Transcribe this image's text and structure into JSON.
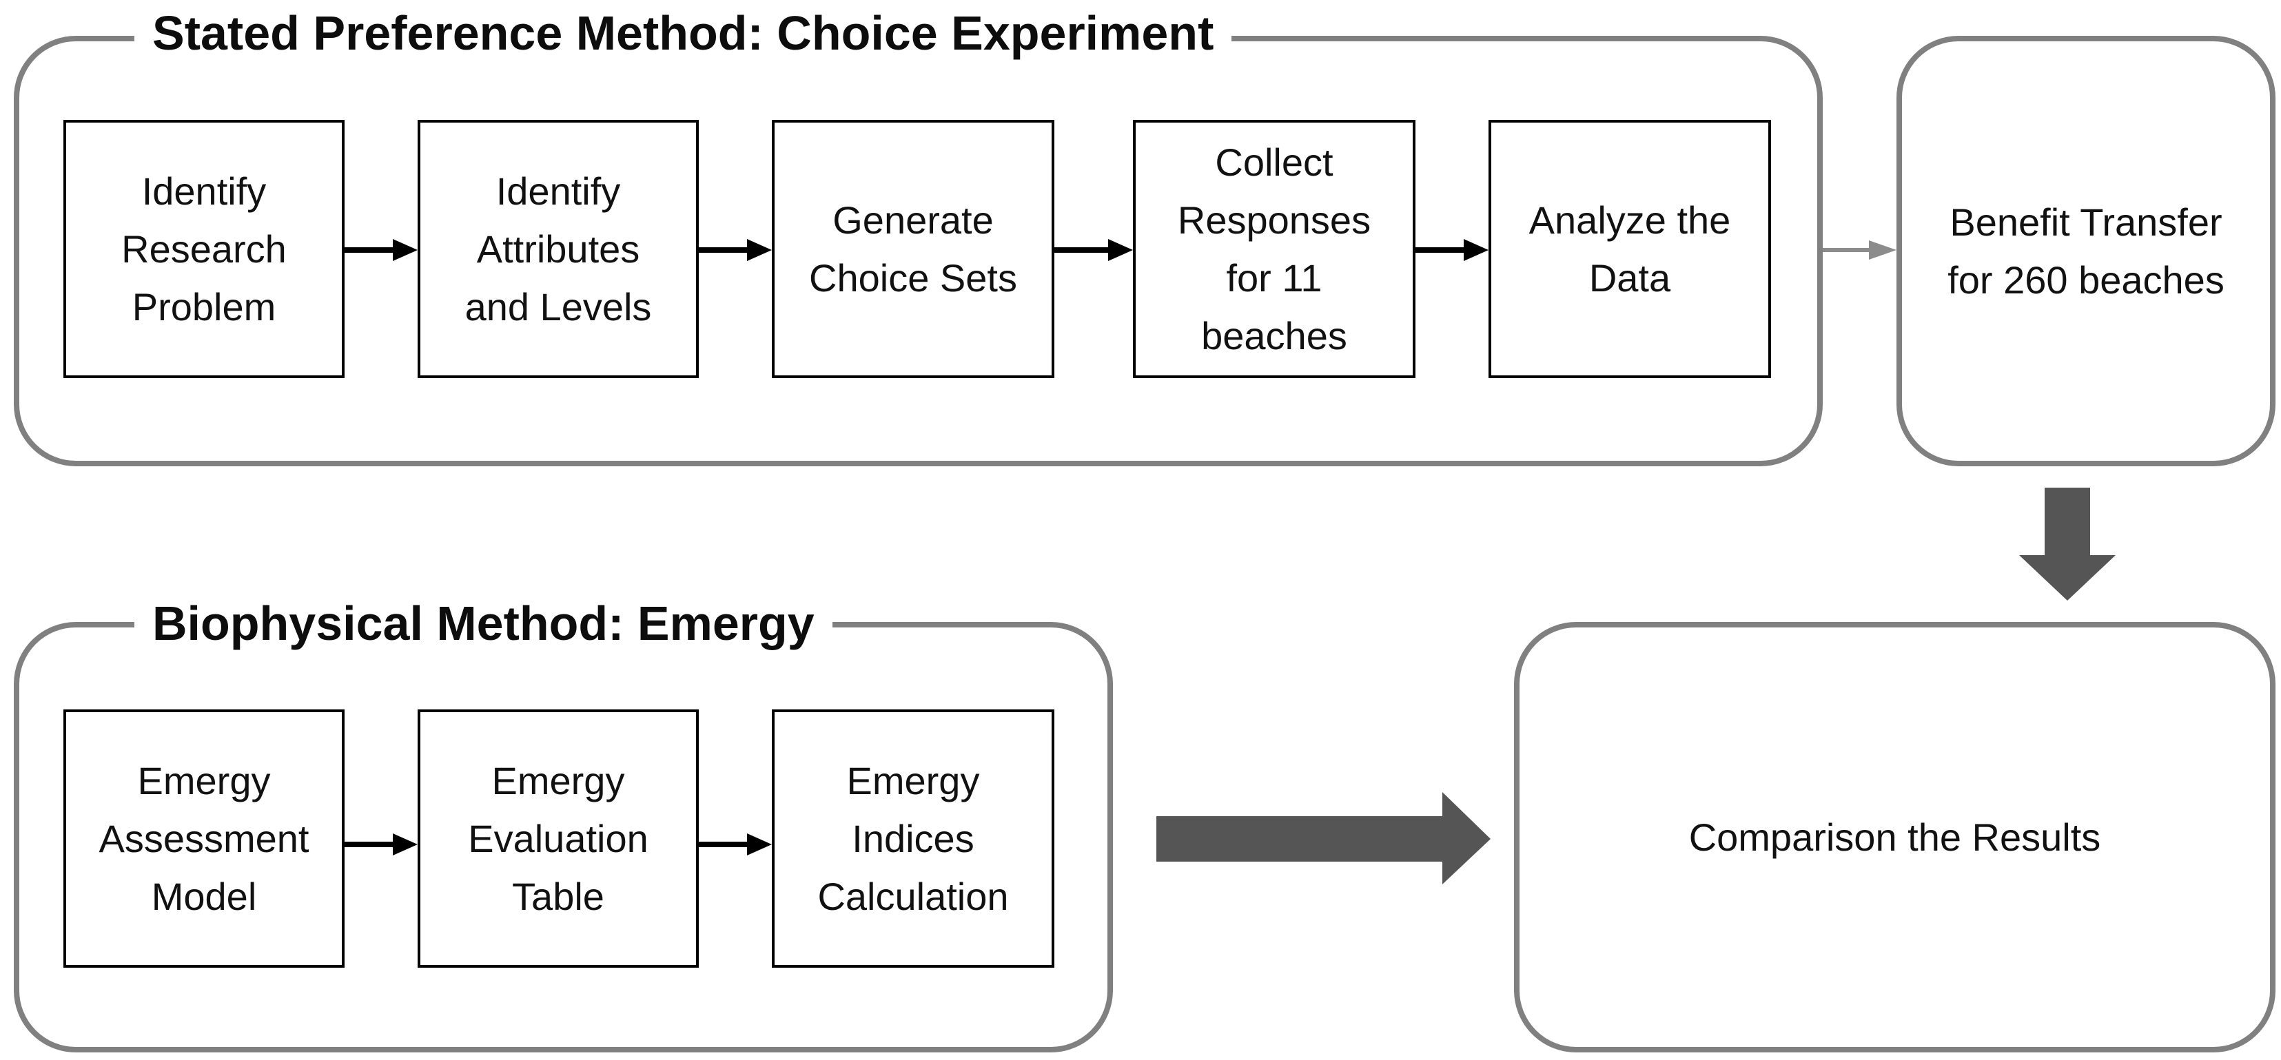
{
  "groups": {
    "stated": {
      "title": "Stated Preference Method: Choice Experiment"
    },
    "biophysical": {
      "title": "Biophysical Method: Emergy"
    }
  },
  "stated_steps": [
    "Identify\nResearch\nProblem",
    "Identify\nAttributes\nand Levels",
    "Generate\nChoice Sets",
    "Collect\nResponses\nfor 11\nbeaches",
    "Analyze the\nData"
  ],
  "emergy_steps": [
    "Emergy\nAssessment\nModel",
    "Emergy\nEvaluation\nTable",
    "Emergy\nIndices\nCalculation"
  ],
  "benefit_transfer": {
    "label": "Benefit Transfer\nfor 260 beaches"
  },
  "comparison": {
    "label": "Comparison the Results"
  },
  "colors": {
    "group_border": "#808080",
    "step_border": "#000000",
    "big_arrow": "#555555",
    "thin_gray_arrow": "#8c8c8c"
  }
}
